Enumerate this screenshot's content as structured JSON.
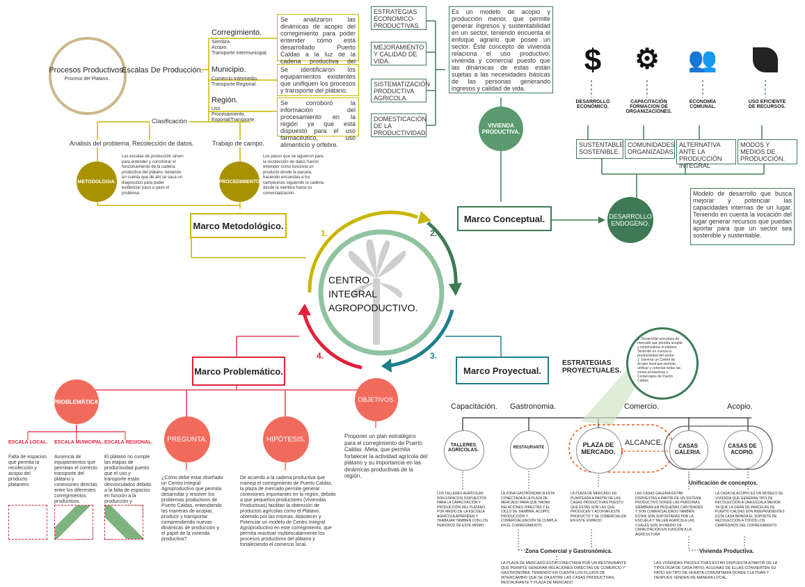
{
  "center": {
    "line1": "CENTRO",
    "line2": "INTEGRAL",
    "line3": "AGROPODUCTIVO."
  },
  "cycle_numbers": [
    "1.",
    "2.",
    "3.",
    "4."
  ],
  "colors": {
    "yellow": "#c8b600",
    "olive": "#a89200",
    "green": "#3d7a55",
    "teal": "#1f7f8a",
    "red": "#e0203a",
    "salmon": "#f16b5d"
  },
  "metodologico": {
    "title": "Marco Metodológico.",
    "procesos_title": "Procesos Productivos.",
    "procesos_sub": "Proceso del Platano.",
    "escalas_title": "Escalas De Producción.",
    "corregimiento": {
      "title": "Corregimiento.",
      "items": "Siembra.\nAcopio.\nTransporte intermunicipal.",
      "desc": "Se analizaron las dinámicas de acopio del corregimiento para poder entender cómo está desarrollado Puerto Caldas a la luz de la cadena productiva del plátano."
    },
    "municipio": {
      "title": "Municipio.",
      "items": "Comercio Intermedio.\nTransporte Regional.",
      "desc": "Se identificaron los equipamientos existentes que unifiquen los procesos y transporte del plátano."
    },
    "region": {
      "title": "Región.",
      "items": "Uso.\nProcesamiento.\nExportal/Transporte.",
      "desc": "Se corroboró la información del procesamiento en la región ya que está dispuesto para el uso farmacéutico, uso alimenticio y orfebre."
    },
    "clasificacion": "Clasificación",
    "analisis": "Analisis del problema.",
    "recoleccion": "Recolección de datos.",
    "trabajo": "Trabajo de campo.",
    "metodologia": "METODOLOGIA.",
    "procedimiento": "PROCEDIMIENTO",
    "metodologia_desc": "Las escalas de producción sirven para entender y corroborar el funcionamiento de la cadena productiva del plátano, teniendo en cuenta que de ahí se saca un diagnostico para poder evidenciar paso a paso el problema.",
    "procedimiento_desc": "Los pasos que se siguieron para la recolección de datos fueron entender como funciona un producto desde la parcela, haciendo encuestas a los campesinos siguiendo la cadena desde la siembra hasta su comercialización."
  },
  "conceptual": {
    "title": "Marco Conceptual.",
    "estrategias": [
      "ESTRATEGIAS ECONOMICO-PRODUCTIVAS.",
      "MEJORAMIENTO Y CALIDAD DE VIDA.",
      "SISTEMATIZACIÓN PRODUCTIVA AGRICOLA.",
      "DOMESTICACIÓN DE LA PRODUCTIVIDAD."
    ],
    "vivienda_desc": "Es un modelo de acopio y producción menor, que permite generar ingresos y sustentabilidad en un sector, teniendo encuenta el enfoque agrario que posee un sector. Éste concepto de vivienda relaciona el uso productivo, vivienda y comercial puesto que las dinámicas de estas están sujetas a las necesidades básicas de las personas generando ingresos y calidad de vida.",
    "vivienda": "VIVIENDA PRODUCTIVA.",
    "icons": [
      {
        "icon": "dollar-icon",
        "label": "DESARROLLO ECONÓMICO.",
        "box": "SUSTENTABLE SOSTENIBLE."
      },
      {
        "icon": "gears-icon",
        "label": "CAPACITACIÓN FORMACION DE ORGANIZACIONES.",
        "box": "COMUNIDADES ORGANIZADAS."
      },
      {
        "icon": "people-icon",
        "label": "ECONOMÍA COMUNAL.",
        "box": "ALTERNATIVA ANTE LA PRODUCCIÓN INTEGRAL"
      },
      {
        "icon": "leaf-icon",
        "label": "USO EFICIENTE DE RECURSOS.",
        "box": "MODOS Y MEDIOS DE PRODUCCIÓN."
      }
    ],
    "endogeno": "DESARROLLO ENDOGENO.",
    "endogeno_desc": "Modelo de desarrollo que busca mejorar y potenciar las capacidades internas de un lugar. Teniendo en cuenta la vocación del lugar generar recursos que puedan aportar para que un sector sea sostenible y sustentable."
  },
  "problematico": {
    "title": "Marco Problemático.",
    "problematica": "PROBLEMÁTICA.",
    "escalas": [
      "ESCALA LOCAL.",
      "ESCALA MUNICIPAL.",
      "ESCALA REGIONAL."
    ],
    "escala_desc": [
      "Falta de espacios que permita la recolección y acopio del producto platanero.",
      "Ausencia de equipamientos que permitan el correcto transporte del plátano y conexiones directas entre los diferentes corregimientos productivos.",
      "El plátano no cumple las etapas de productividad puesto que el uso y transporte están desvinculados debido a la falta de espacios en función a la producción y transporte."
    ],
    "pregunta": "PREGUNTA.",
    "pregunta_desc": "¿Cómo debe estar diseñado un Centro Integral Agroproductivo que permita desarrollar y resolver los problemas productivos de Puerto Caldas, entendiendo las maneras de acopiar, producir y transportar comprendiendo nuevas dinámicas de producción y el papel de la vivienda productiva?",
    "hipotesis": "HIPÓTESIS.",
    "hipotesis_desc": "De acuerdo a la cadena productiva que maneja el corregimiento de Puerto Caldas, la plaza de mercado permite generar conexiones importantes en la región, debido a que pequeños productores (Viviendas Productivas) facilitan la obtención de productos agrícolas como el Plátano, obtenido por las mismas. Abastecer y Potenciar un modelo de Centro Integral Agroproductivo en este corregimiento, que permita reactivar multiescalarmente los procesos productivos del plátano y fortaleciendo el comercio local.",
    "objetivos": "OBJETIVOS.",
    "objetivos_desc": "Proponer un plan estratégico para el corregimiento de Puerto Caldas -Meta, que permita fortalecer la actividad agrícola del plátano y su importancia en las dinámicas productivas de la región."
  },
  "proyectual": {
    "title": "Marco Proyectual.",
    "estrategias": "ESTRATEGIAS PROYECTUALES.",
    "bubble": "1. Desarrollar una plaza de mercado que permita acopiar y comercializar el plátano. Teniendo en cuenta la productividad del sector.\n2. Generar un Centro de Acopio local que permita unificar y conectar todas las zonas productivas y Comerciales de Puerto Caldas.",
    "categorias": [
      "Capacitación.",
      "Gastronomia.",
      "Comercio.",
      "Acopio."
    ],
    "nodes": [
      "TALLERES AGRÍCOLAS.",
      "RESTAURANTE",
      "PLAZA DE MERCADO.",
      "CASAS GALERIA.",
      "CASAS DE ACOPIO."
    ],
    "alcance": "ALCANCE.",
    "unificacion": "Unificación de conceptos.",
    "node_desc": [
      "LOS TALLERES AGRÍCOLAS SON ESPACIOS DISPUESTOS PARA LA CAPACITACIÓN Y PRODUCCIÓN DEL PLATANO, POR MEDIO DE LA ESCUELA AGRÍCOLA APRENDER Y TRABAJAR TAMBIÉN CON LOS PERIODOS DE ESTE MISMO.",
      "LA ZONA GASTRONOMICA ESTA CONECTADA A LA PLAZA DE MERCADO PARA QUE HAYAN RELACIONES DIRECTAS Y EL CICLO DE SIEMBRA, ACOPIO, PRODUCCIÓN Y COMERCIALIZACIÓN SE CUMPLA EN EL CORREGIMIENTO.",
      "LA PLAZA DE MERCADO ES PLANTEADA A PARTIR DE LAS CASAS PRODUCTIVAS PUESTO QUE ESTAS SON LAS QUE PRODUCEN Y ACOPIAN ESTE PRODUCTO Y SE COMERCIALIZA EN ESTE ESPACIO.",
      "LAS CASAS GALERIA ESTÁN DISPUESTAS A PARTIR DE UN SISTEMA PRODUCTIVO DONDE LAS PERSONAS SIEMBRAN EN PEQUEÑAS CANTIDADES Y SON COMERCIALIZADO TAMBIÉN ESTAN SON SOPORTADAS POR LA ESCUELA Y TALLER AGRÍCOLA LAS CUALES SON UN MEDIO DE CAPACITACIÓN EN FUNCIÓN A LA AGRICULTURA",
      "LA CASA DE ACOPIO ES UN MODELO DE VIVIENDA QUE GENERAN TIPO DE RECOLECCIÓN A UNA ESCALA MENOR, YA QUE LA GRAN DE PARCELAS DE PUERTO CALDAS SON INDEPENDIENTES ESTA CASA BRINDA EL SOPORTE DE RECOLECCIÓN A TODOS LOS CAMPESINOS DEL CORREGIMIENTO."
    ],
    "zona": "Zona Comercial y Gastronómica.",
    "zona_desc": "LA PLAZA DE MERCADO ESTÁ CONECTADA POR UN RESTAURANTE QUE PERMITE GENERAR RELACIONES DIRECTAS DE COMERCIO Y GASTRONOMÍA, TENIENDO EN CUENTA LOS FLUJOS DE INTERCAMBIO QUE SE DA ENTRE LAS CASAS PRODUCTIVAS, RESTAURANTE Y PLAZA DE MERCADO.",
    "vivienda": "Vivienda Productiva.",
    "vivienda_desc": "LAS VIVIENDAS PRODUCTIVAS ESTÁN DISPUESTA A PARTIR DE LA TIPOLOGÍA DE CASA PATIO, ALGUNAS DE ELLAS CONVIERTEN SU PATIO EN TIPO DE HUERTA COMUNITARIA DONDE CULTIVAN Y DESPUÉS VENDEN DE MANERA LOCAL."
  }
}
